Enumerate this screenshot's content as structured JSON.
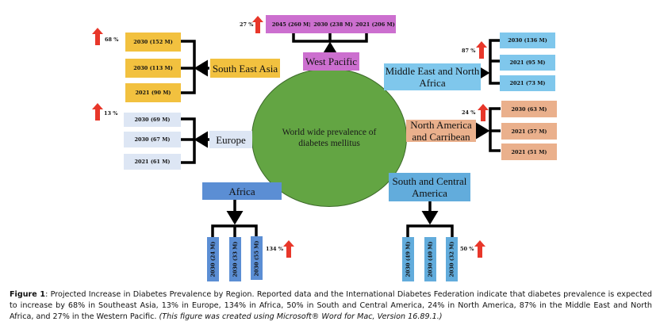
{
  "center": {
    "label": "World wide prevalence of diabetes mellitus"
  },
  "regions": {
    "south_east_asia": {
      "label": "South East Asia",
      "increase": "68 %",
      "items": [
        "2030 (152 M)",
        "2030 (113 M)",
        "2021 (90 M)"
      ],
      "color": "#f2c13f"
    },
    "west_pacific": {
      "label": "West Pacific",
      "increase": "27 %",
      "items": [
        "2045 (260 M)",
        "2030 (238 M)",
        "2021 (206 M)"
      ],
      "color": "#cc6fcf"
    },
    "middle_east": {
      "label": "Middle East and North Africa",
      "increase": "87 %",
      "items": [
        "2030 (136 M)",
        "2021 (95 M)",
        "2021 (73 M)"
      ],
      "color": "#7fc7ec"
    },
    "north_america": {
      "label": "North America and Carribean",
      "increase": "24 %",
      "items": [
        "2030 (63 M)",
        "2021 (57 M)",
        "2021 (51 M)"
      ],
      "color": "#eab08c"
    },
    "europe": {
      "label": "Europe",
      "increase": "13 %",
      "items": [
        "2030 (69 M)",
        "2030 (67 M)",
        "2021 (61 M)"
      ],
      "color": "#dde6f4"
    },
    "africa": {
      "label": "Africa",
      "increase": "134 %",
      "items": [
        "2030 (24 M)",
        "2030 (33 M)",
        "2030 (55 M)"
      ],
      "color": "#5b8ed4"
    },
    "south_central_america": {
      "label": "South and Central America",
      "increase": "50 %",
      "items": [
        "2030 (49 M)",
        "2030 (40 M)",
        "2030 (32 M)"
      ],
      "color": "#62acdc"
    }
  },
  "arrow_icon": "red-up-arrow-icon",
  "arrow_color": "#e8372a",
  "caption": {
    "label": "Figure 1",
    "text": ": Projected Increase in Diabetes Prevalence by Region. Reported data and the International Diabetes Federation indicate that diabetes prevalence is expected to increase by 68% in Southeast Asia, 13% in Europe, 134% in Africa, 50% in South and Central America, 24% in North America, 87% in the Middle East and North Africa, and 27% in the Western Pacific. ",
    "note": "(This figure was created using Microsoft® Word for Mac, Version 16.89.1.)"
  }
}
